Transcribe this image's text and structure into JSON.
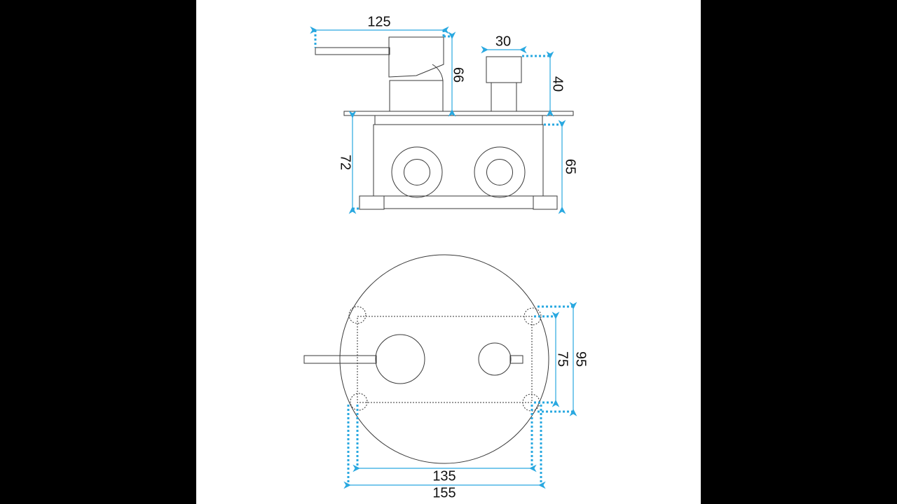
{
  "drawing": {
    "side_view": {
      "dimensions": {
        "lever_length": "125",
        "handle_height": "66",
        "diverter_width": "30",
        "diverter_height": "40",
        "box_total_depth": "72",
        "box_depth": "65"
      }
    },
    "front_view": {
      "dimensions": {
        "inner_height": "75",
        "outer_height": "95",
        "inner_width": "135",
        "outer_width": "155"
      }
    },
    "colors": {
      "dimension": "#29a8e0",
      "outline": "#3a3a3a",
      "background": "#ffffff",
      "border": "#000000"
    }
  }
}
